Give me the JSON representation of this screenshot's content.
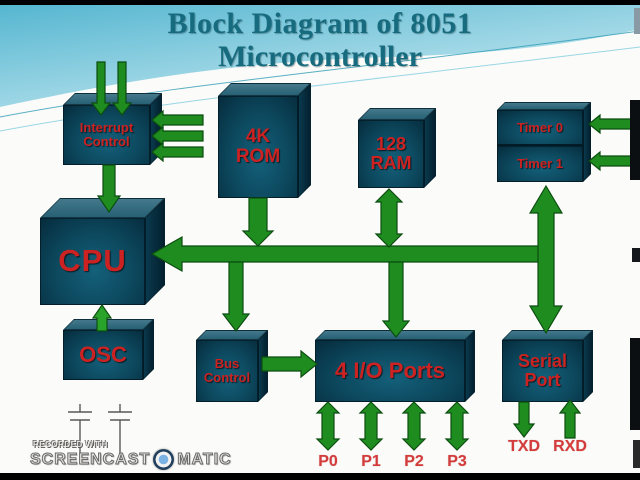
{
  "title": {
    "line1": "Block Diagram of 8051",
    "line2": "Microcontroller"
  },
  "blocks": {
    "interrupt_control": "Interrupt Control",
    "cpu": "CPU",
    "osc": "OSC",
    "rom": "4K ROM",
    "ram": "128 RAM",
    "timer0": "Timer 0",
    "timer1": "Timer 1",
    "bus_control": "Bus Control",
    "io_ports": "4 I/O Ports",
    "serial_port": "Serial Port"
  },
  "ports": [
    "P0",
    "P1",
    "P2",
    "P3"
  ],
  "serial_pins": {
    "txd": "TXD",
    "rxd": "RXD"
  },
  "watermark": {
    "recorded_with": "RECORDED WITH",
    "brand_left": "SCREENCAST",
    "brand_right": "MATIC"
  },
  "colors": {
    "arrow_green": "#1f8c1f",
    "arrow_outline": "#0b4e10",
    "block_teal": "#0d4a60",
    "block_teal_light2": "#14607a",
    "block_teal_dark": "#062c3d",
    "label_red": "#cc2222",
    "title_teal": "#176b7e",
    "wave_teal": "#58b8d2"
  }
}
